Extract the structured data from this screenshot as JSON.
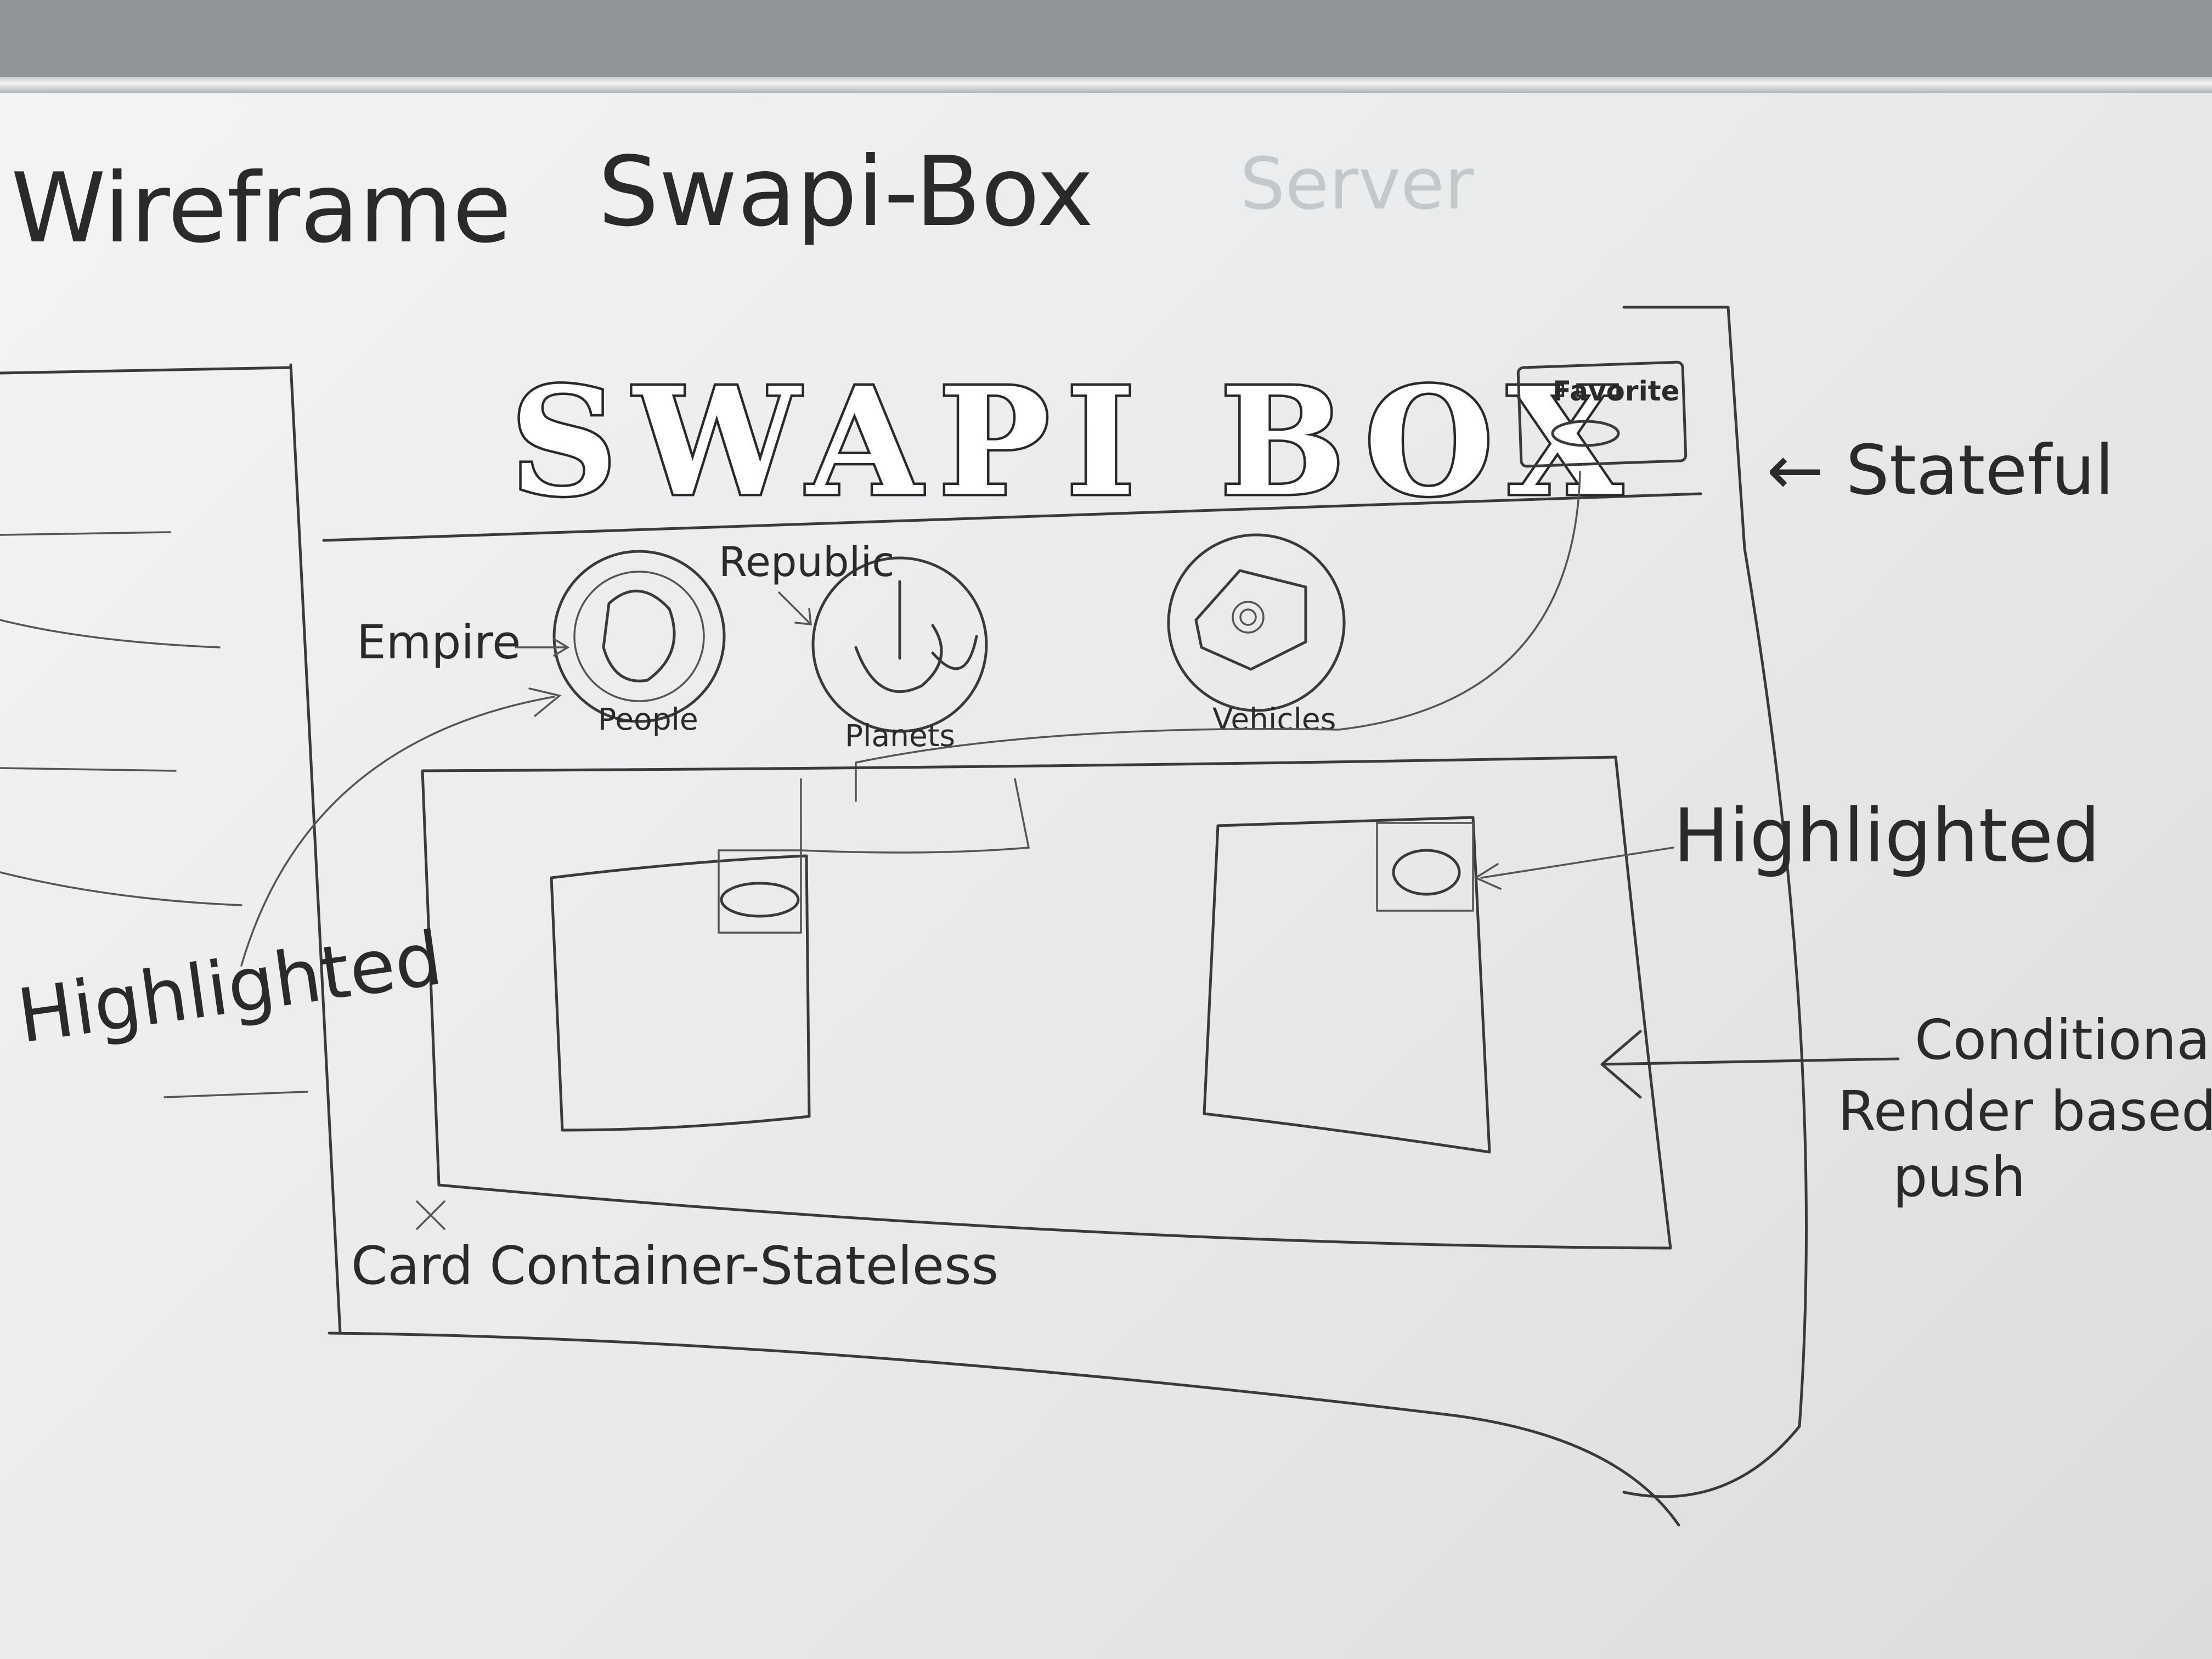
{
  "heading": {
    "wireframe": "Wireframe",
    "project": "Swapi-Box",
    "erased": "Server"
  },
  "header": {
    "logo": "SWAPI BOX",
    "favorite_label": "Favorite"
  },
  "notes": {
    "stateful": "← Stateful",
    "empire": "Empire",
    "republic": "Republic",
    "highlighted_left": "Highlighted",
    "highlighted_right": "Highlighted",
    "conditional_line1": "Conditional",
    "conditional_line2": "Render based on",
    "conditional_line3": "push",
    "card_container": "Card Container-Stateless"
  },
  "categories": [
    {
      "label": "People",
      "icon": "empire-emblem-icon"
    },
    {
      "label": "Planets",
      "icon": "republic-emblem-icon"
    },
    {
      "label": "Vehicles",
      "icon": "vehicle-emblem-icon"
    }
  ],
  "colors": {
    "ink": "#2a2a2a",
    "board": "#eceeee"
  }
}
